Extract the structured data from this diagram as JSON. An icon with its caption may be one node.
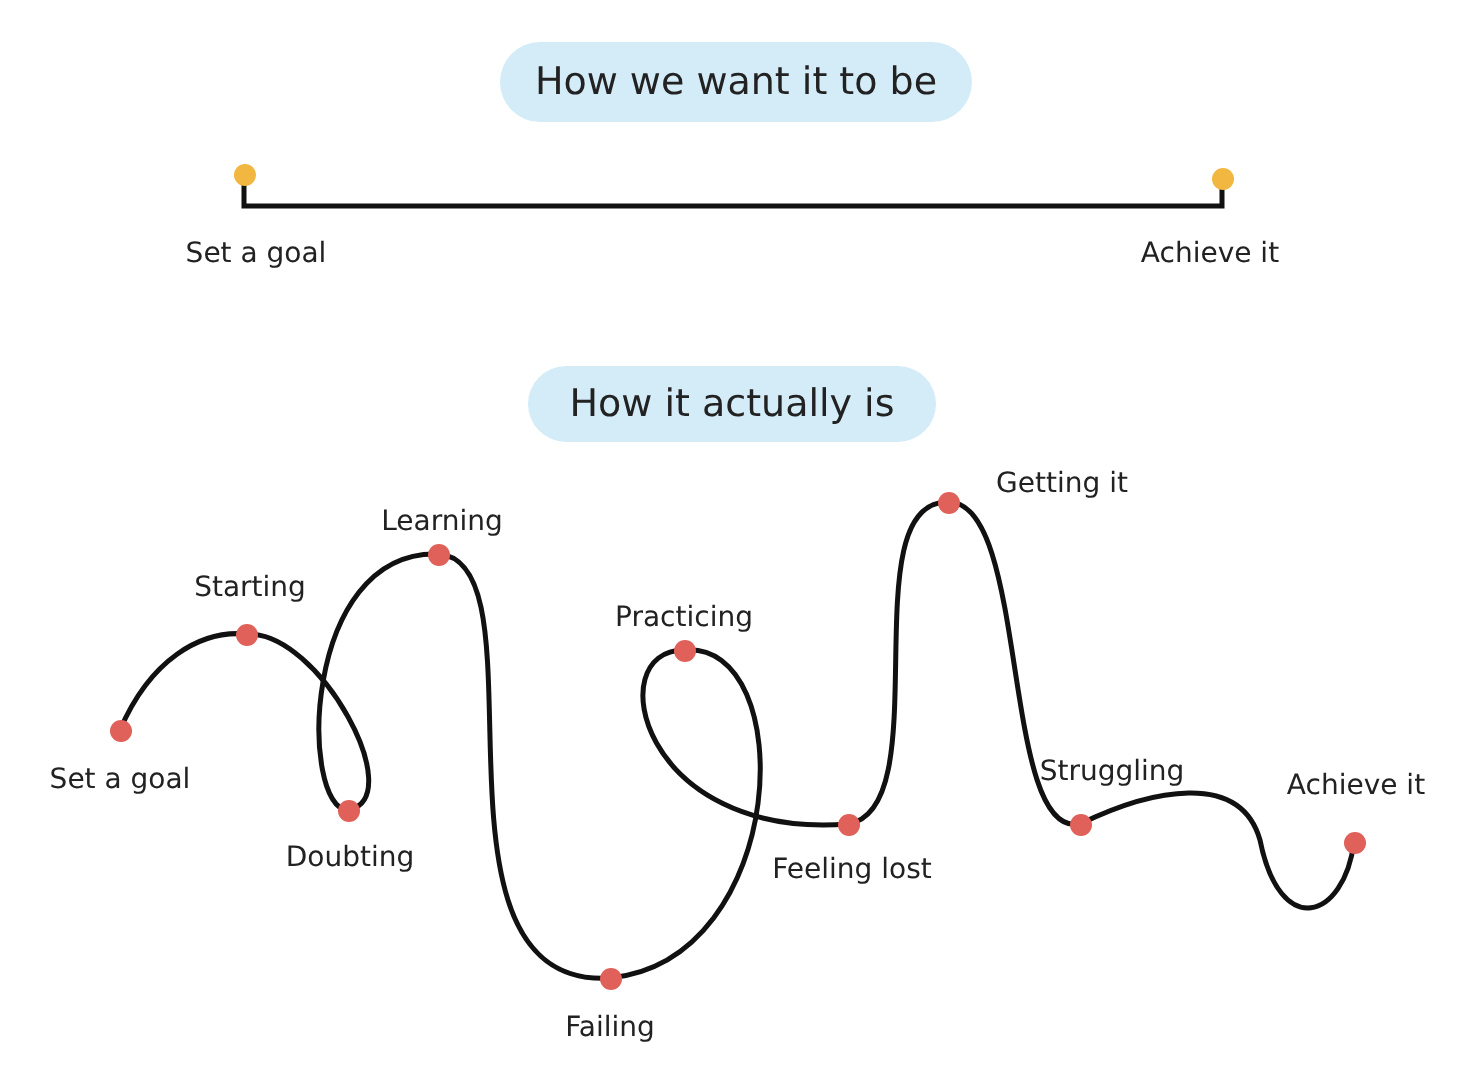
{
  "diagram": {
    "nodes": [
      {
        "text": [
          "How we want it to be"
        ]
      },
      {
        "text": [],
        "shape": "circle",
        "beside": [
          "Set a goal"
        ]
      },
      {
        "text": [],
        "shape": "circle",
        "beside": [
          "Achieve it"
        ]
      },
      {
        "text": [
          "How it actually is"
        ]
      },
      {
        "text": [],
        "shape": "circle",
        "beside": [
          "Set a goal"
        ]
      },
      {
        "text": [],
        "shape": "circle",
        "beside": [
          "Starting"
        ]
      },
      {
        "text": [],
        "shape": "circle",
        "beside": [
          "Doubting"
        ]
      },
      {
        "text": [],
        "shape": "circle",
        "beside": [
          "Learning"
        ]
      },
      {
        "text": [],
        "shape": "circle",
        "beside": [
          "Failing"
        ]
      },
      {
        "text": [],
        "shape": "circle",
        "beside": [
          "Practicing"
        ]
      },
      {
        "text": [],
        "shape": "circle",
        "beside": [
          "Feeling lost"
        ]
      },
      {
        "text": [],
        "shape": "circle",
        "beside": [
          "Getting it"
        ]
      },
      {
        "text": [],
        "shape": "circle",
        "beside": [
          "Struggling"
        ]
      },
      {
        "text": [],
        "shape": "circle",
        "beside": [
          "Achieve it"
        ]
      }
    ],
    "edges": [
      {
        "from": 1,
        "to": 2,
        "arrow": "none"
      },
      {
        "from": 4,
        "to": 5,
        "arrow": "none"
      },
      {
        "from": 5,
        "to": 6,
        "arrow": "none"
      },
      {
        "from": 6,
        "to": 7,
        "arrow": "none"
      },
      {
        "from": 7,
        "to": 8,
        "arrow": "none"
      },
      {
        "from": 8,
        "to": 9,
        "arrow": "none"
      },
      {
        "from": 9,
        "to": 10,
        "arrow": "none"
      },
      {
        "from": 10,
        "to": 11,
        "arrow": "none"
      },
      {
        "from": 11,
        "to": 12,
        "arrow": "none"
      },
      {
        "from": 12,
        "to": 13,
        "arrow": "none"
      }
    ]
  }
}
